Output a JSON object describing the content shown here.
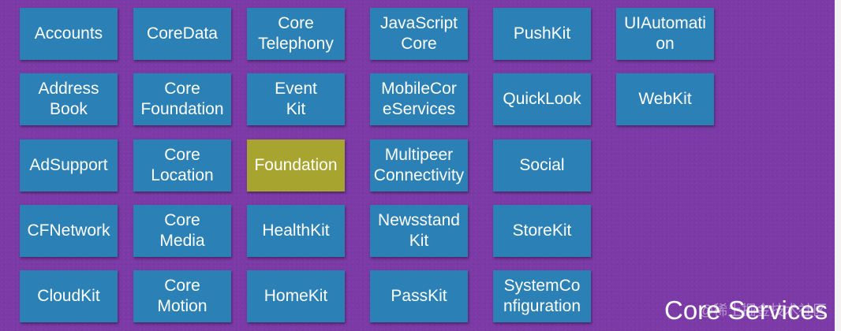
{
  "colors": {
    "background": "#7b3aa6",
    "tile": "#2b80b5",
    "highlight_tile": "#a7a52f",
    "text": "#ffffff"
  },
  "tiles": {
    "accounts": "Accounts",
    "address_book": "Address\nBook",
    "ad_support": "AdSupport",
    "cf_network": "CFNetwork",
    "cloud_kit": "CloudKit",
    "core_data": "CoreData",
    "core_foundation": "Core\nFoundation",
    "core_location": "Core\nLocation",
    "core_media": "Core\nMedia",
    "core_motion": "Core\nMotion",
    "core_telephony": "Core\nTelephony",
    "event_kit": "Event\nKit",
    "foundation": "Foundation",
    "health_kit": "HealthKit",
    "home_kit": "HomeKit",
    "javascript_core": "JavaScript\nCore",
    "mobile_core_services": "MobileCor\neServices",
    "multipeer_connectivity": "Multipeer\nConnectivity",
    "newsstand_kit": "Newsstand\nKit",
    "pass_kit": "PassKit",
    "push_kit": "PushKit",
    "quick_look": "QuickLook",
    "social": "Social",
    "store_kit": "StoreKit",
    "system_configuration": "SystemCo\nnfiguration",
    "ui_automation": "UIAutomati\non",
    "web_kit": "WebKit"
  },
  "title": "Core Services",
  "watermark": "@稀土掘金技术社区"
}
